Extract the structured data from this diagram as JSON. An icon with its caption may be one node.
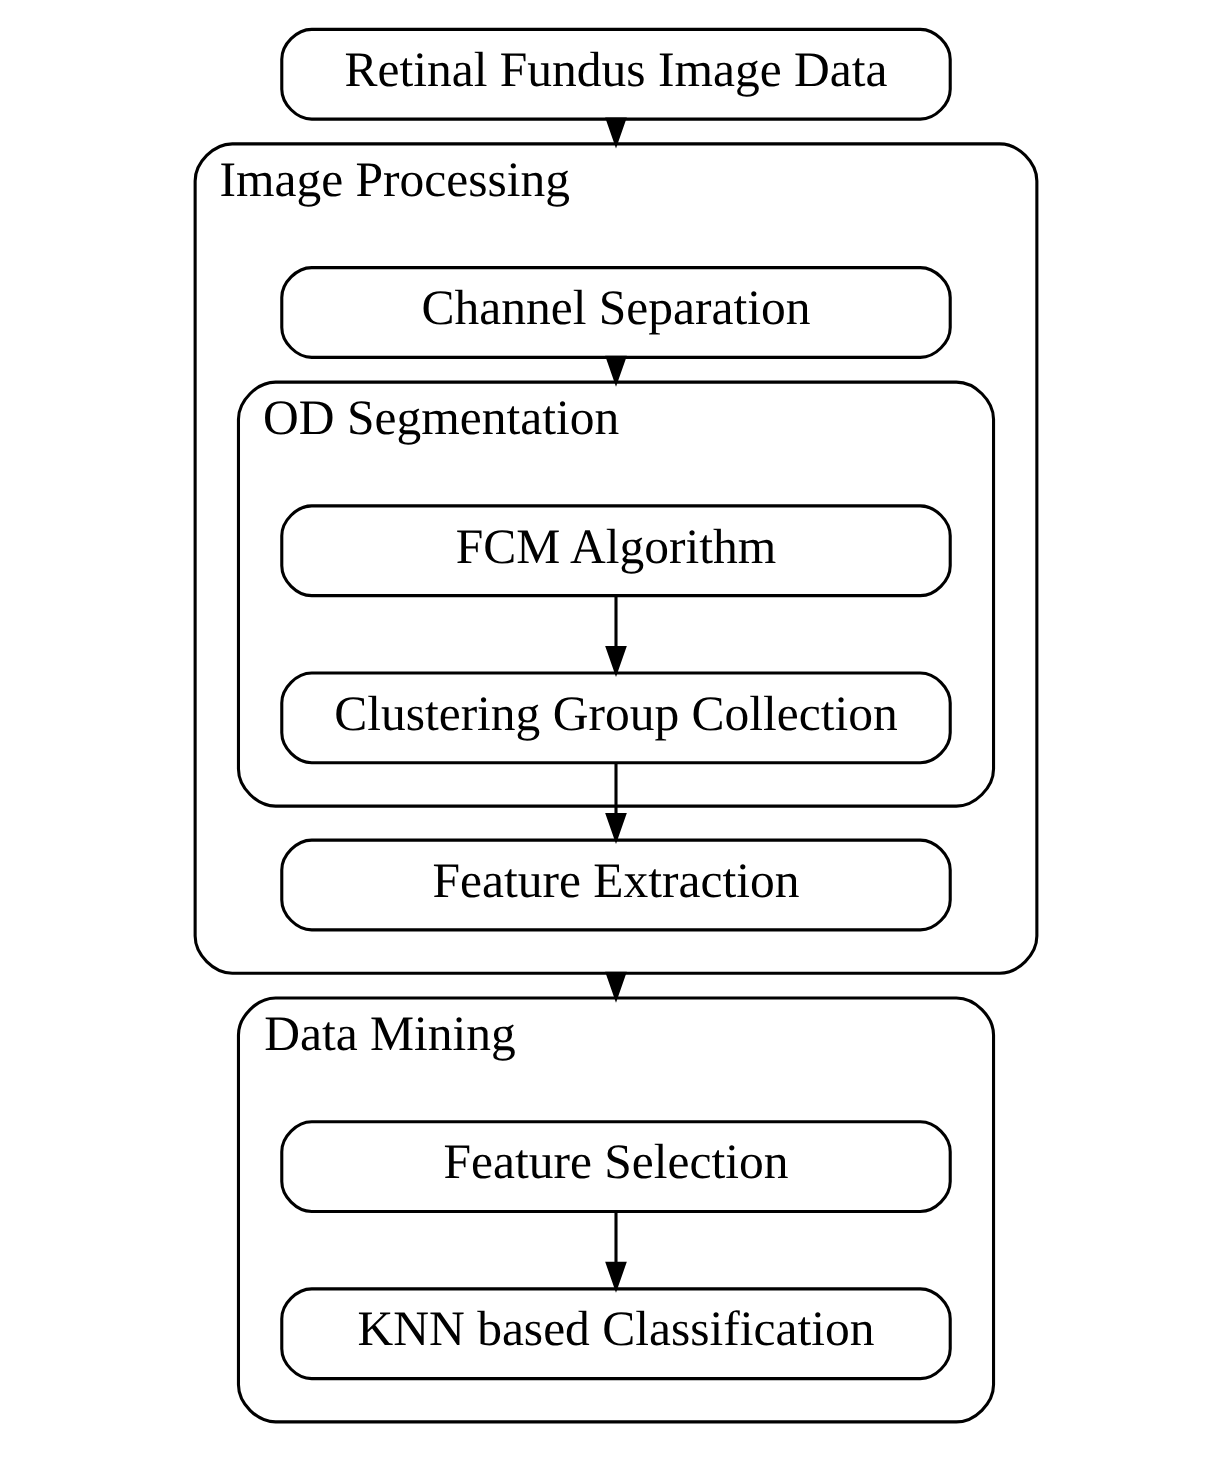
{
  "diagram": {
    "nodes": [
      {
        "text": [
          "Retinal Fundus Image Data"
        ]
      },
      {
        "text": [
          "Image Processing"
        ]
      },
      {
        "text": [
          "Channel Separation"
        ],
        "in": 1
      },
      {
        "text": [
          "OD Segmentation"
        ],
        "in": 1
      },
      {
        "text": [
          "FCM Algorithm"
        ],
        "in": 3
      },
      {
        "text": [
          "Clustering Group Collection"
        ],
        "in": 3
      },
      {
        "text": [
          "Feature Extraction"
        ],
        "in": 1
      },
      {
        "text": [
          "Data Mining"
        ]
      },
      {
        "text": [
          "Feature Selection"
        ],
        "in": 7
      },
      {
        "text": [
          "KNN based Classification"
        ],
        "in": 7
      }
    ],
    "edges": [
      {
        "from": 0,
        "to": 1,
        "arrow": "to"
      },
      {
        "from": 2,
        "to": 3,
        "arrow": "to"
      },
      {
        "from": 4,
        "to": 5,
        "arrow": "to"
      },
      {
        "from": 5,
        "to": 6,
        "arrow": "to"
      },
      {
        "from": 1,
        "to": 7,
        "arrow": "to"
      },
      {
        "from": 8,
        "to": 9,
        "arrow": "to"
      }
    ]
  }
}
